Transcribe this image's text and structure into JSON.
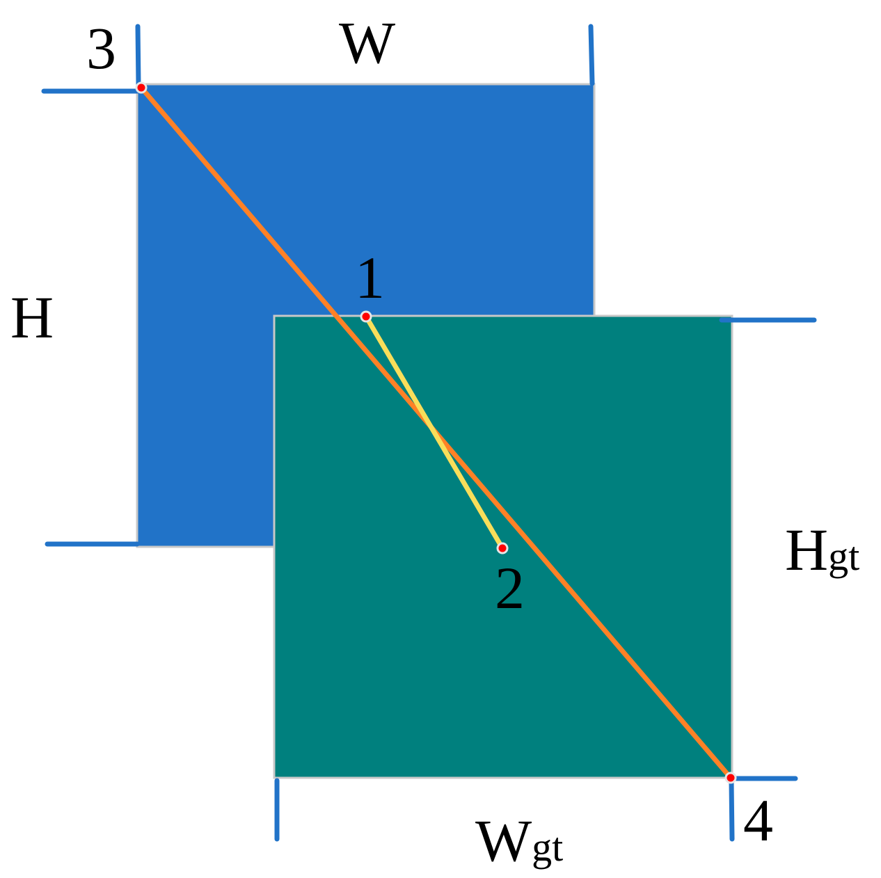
{
  "colors": {
    "predicted_box": "#2173C8",
    "ground_truth_box": "#00807E",
    "box_border": "#C8C8C8",
    "dimension_ticks": "#2173C8",
    "diagonal_line": "#FF8126",
    "center_line": "#F9DE5A",
    "points": "#FF0000"
  },
  "labels": {
    "width": "W",
    "height": "H",
    "gt_width_main": "W",
    "gt_width_sub": "gt",
    "gt_height_main": "H",
    "gt_height_sub": "gt",
    "point_1": "1",
    "point_2": "2",
    "point_3": "3",
    "point_4": "4"
  }
}
